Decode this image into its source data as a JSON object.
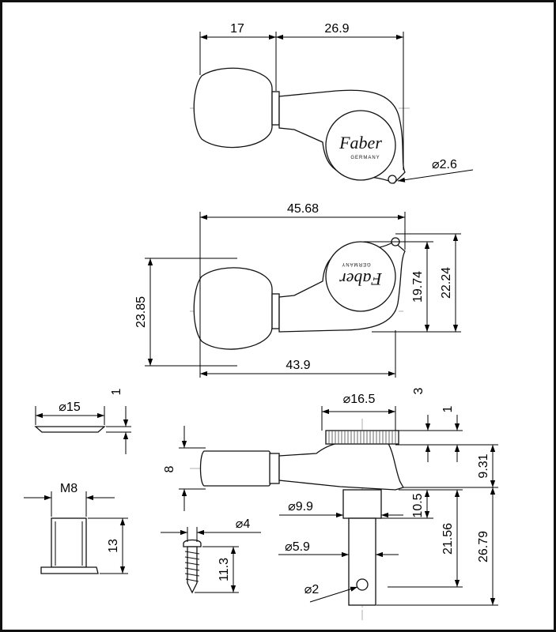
{
  "drawing": {
    "logo": {
      "brand": "Faber",
      "sub": "GERMANY"
    },
    "dimensions": {
      "top_knob_length": "17",
      "top_body_length": "26.9",
      "screw_hole_diameter": "⌀2.6",
      "overall_length": "45.68",
      "knob_height": "23.85",
      "body_height_a": "19.74",
      "body_height_b": "22.24",
      "length_to_post": "43.9",
      "washer_diameter": "⌀15",
      "washer_thickness": "1",
      "knurl_diameter": "⌀16.5",
      "knurl_height": "3",
      "gap": "1",
      "shaft_height": "8",
      "body_depth": "9.31",
      "post_diameter": "⌀9.9",
      "post_height": "10.5",
      "string_post_diameter": "⌀5.9",
      "post_total_a": "21.56",
      "post_total_b": "26.79",
      "string_hole_diameter": "⌀2",
      "bushing_thread": "M8",
      "bushing_height": "13",
      "screw_diameter": "⌀4",
      "screw_length": "11.3"
    }
  }
}
